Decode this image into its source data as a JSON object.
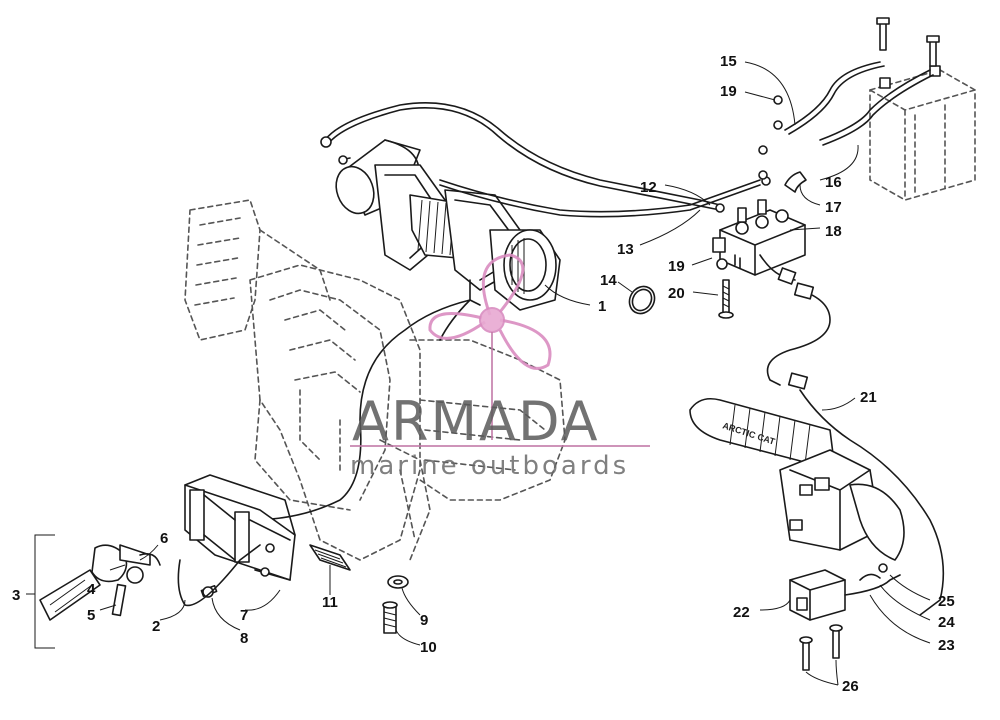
{
  "watermark": {
    "brand": "ARMADA",
    "tagline": "marine outboards"
  },
  "grip_brand": "ARCTIC CAT",
  "callouts": [
    "1",
    "2",
    "3",
    "4",
    "5",
    "6",
    "7",
    "8",
    "9",
    "10",
    "11",
    "12",
    "13",
    "14",
    "15",
    "16",
    "17",
    "18",
    "19",
    "19",
    "20",
    "21",
    "22",
    "23",
    "24",
    "25",
    "26"
  ],
  "colors": {
    "line": "#1a1a1a",
    "watermark_pink": "#d98cc0",
    "watermark_gray": "#5a5a5a"
  }
}
